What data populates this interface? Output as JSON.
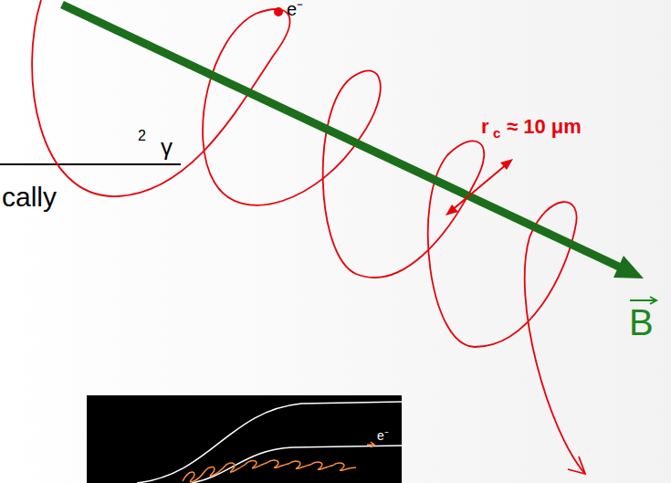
{
  "diagram": {
    "labels": [
      "e⁻",
      "r",
      "c",
      "≈ 10 μm",
      "B",
      "2",
      "γ",
      "cally",
      "e⁻"
    ]
  }
}
